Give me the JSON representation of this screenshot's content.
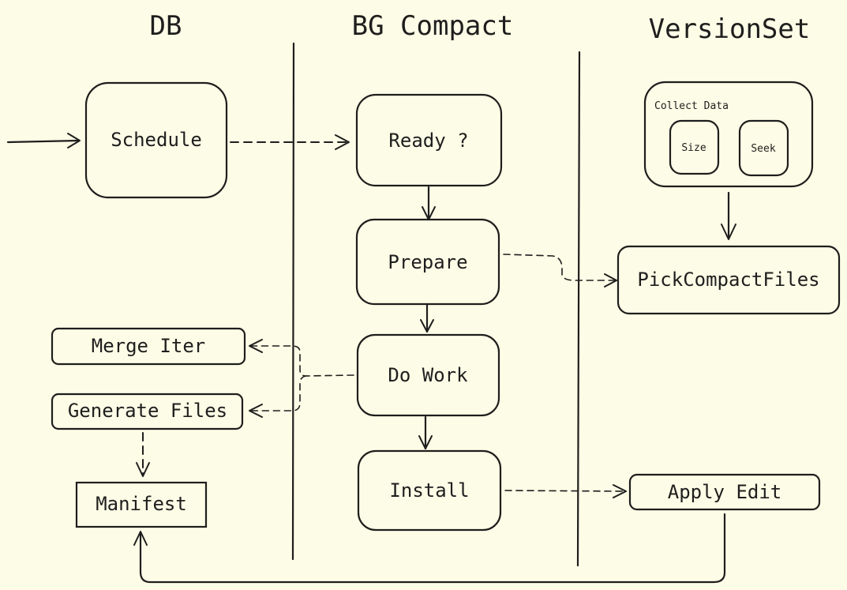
{
  "columns": {
    "db": "DB",
    "bg_compact": "BG Compact",
    "version_set": "VersionSet"
  },
  "nodes": {
    "schedule": "Schedule",
    "ready": "Ready ?",
    "prepare": "Prepare",
    "do_work": "Do Work",
    "install": "Install",
    "merge_iter": "Merge Iter",
    "generate_files": "Generate Files",
    "manifest": "Manifest",
    "collect_data": "Collect Data",
    "size": "Size",
    "seek": "Seek",
    "pick_compact_files": "PickCompactFiles",
    "apply_edit": "Apply Edit"
  }
}
